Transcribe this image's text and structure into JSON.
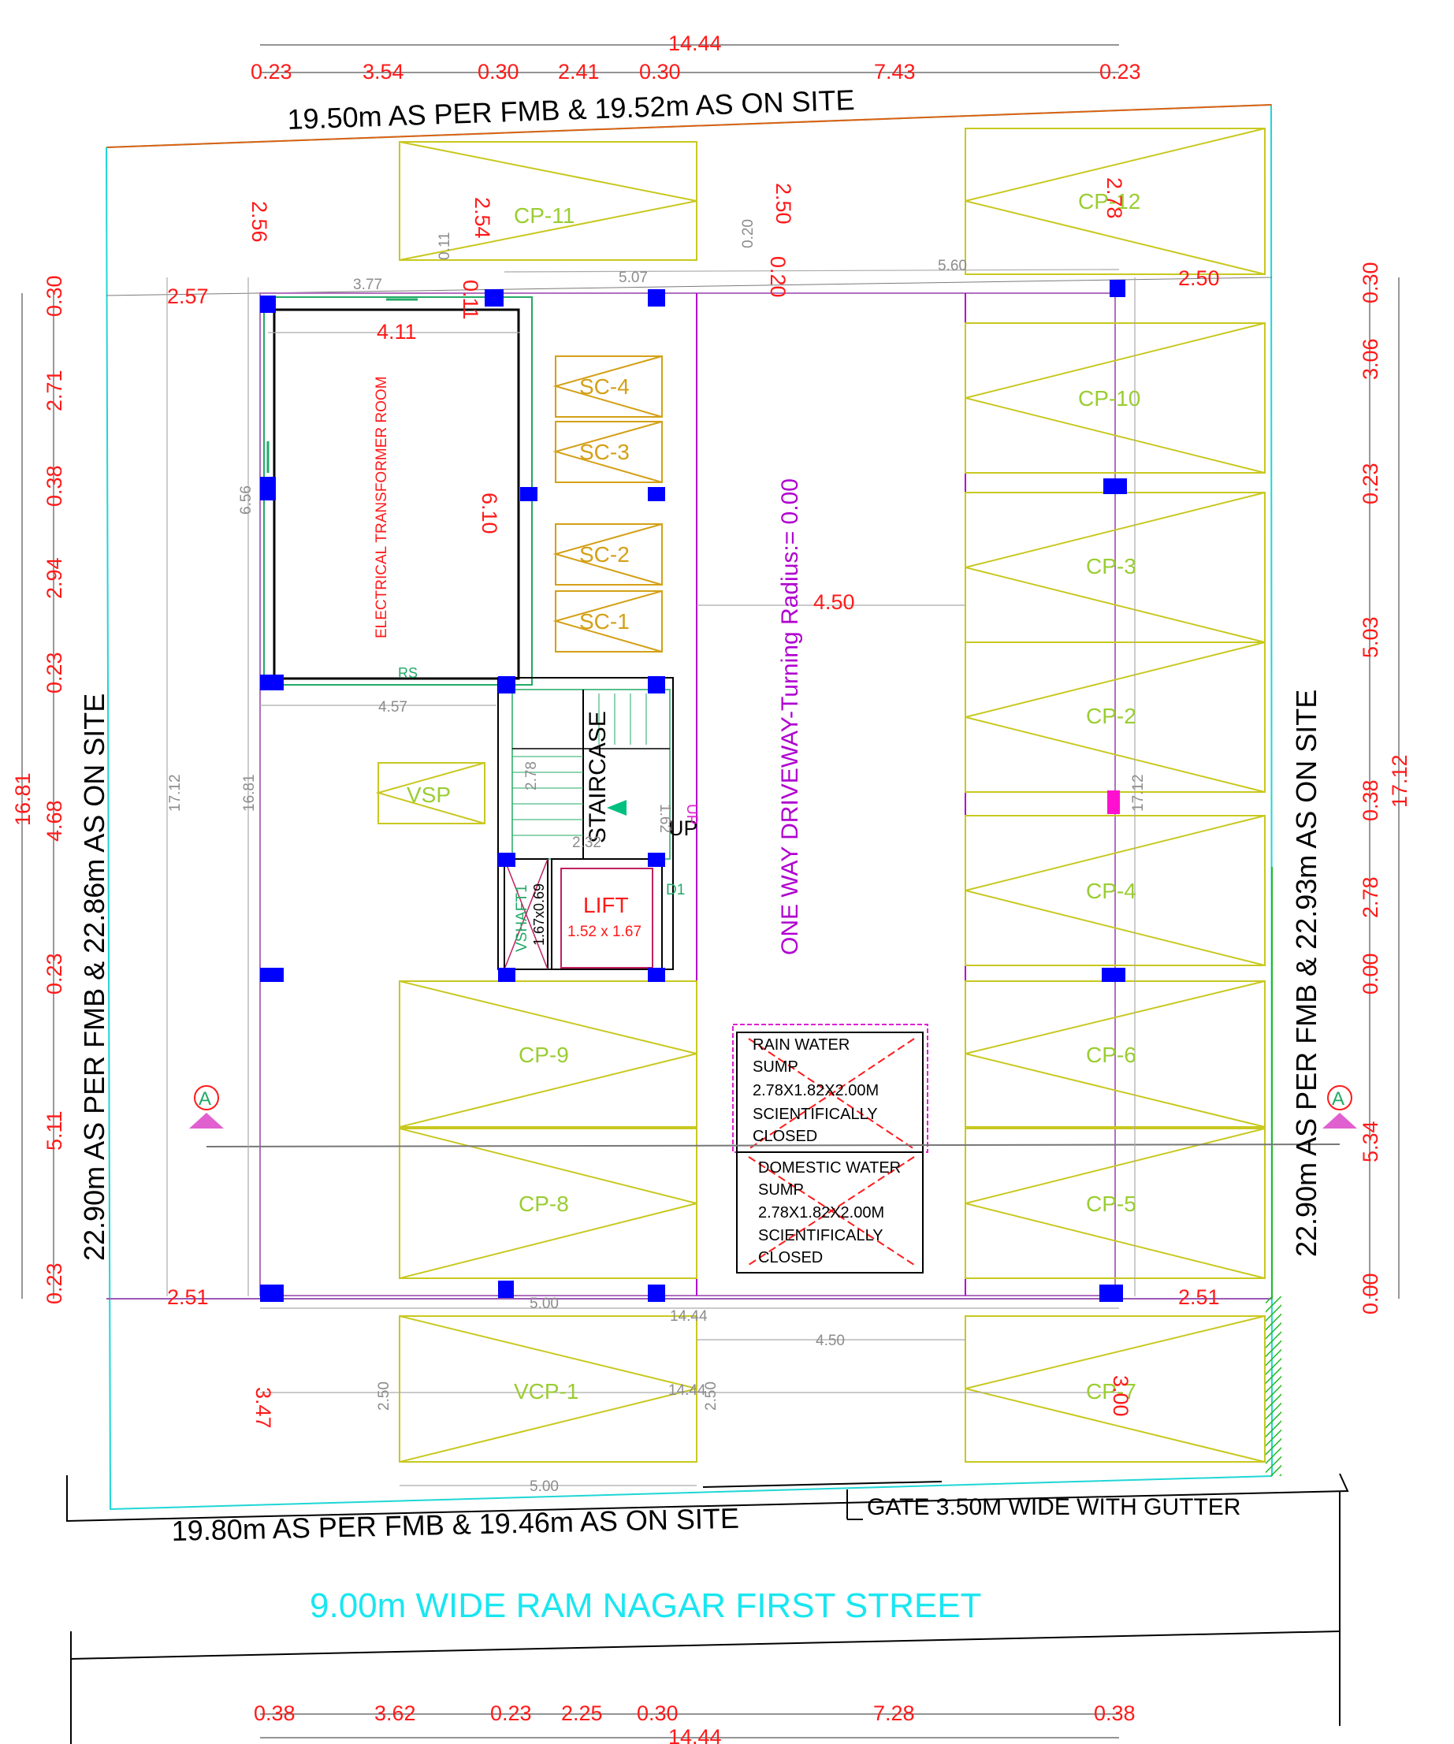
{
  "boundaries": {
    "north": "19.50m AS PER FMB & 19.52m AS ON SITE",
    "south": "19.80m AS PER FMB & 19.46m AS ON SITE",
    "west": "22.90m AS PER FMB & 22.86m AS ON SITE",
    "east": "22.90m AS PER FMB & 22.93m AS ON SITE"
  },
  "street": "9.00m WIDE RAM NAGAR FIRST STREET",
  "gate": "GATE 3.50M WIDE WITH GUTTER",
  "driveway": "ONE WAY DRIVEWAY-Turning Radius:= 0.00",
  "rooms": {
    "transformer": "ELECTRICAL TRANSFORMER ROOM",
    "staircase": "STAIRCASE",
    "up": "UP",
    "lift": "LIFT",
    "lift_size": "1.52 x 1.67",
    "vshaft": "VSHAFT1",
    "vshaft_size": "1.67x0.69",
    "vsp": "VSP",
    "rs": "RS",
    "d1": "D1"
  },
  "sumps": {
    "rain": [
      "RAIN WATER",
      "SUMP",
      "2.78X1.82X2.00M",
      "SCIENTIFICALLY",
      "CLOSED"
    ],
    "domestic": [
      "DOMESTIC WATER",
      "SUMP",
      "2.78X1.82X2.00M",
      "SCIENTIFICALLY",
      "CLOSED"
    ]
  },
  "parking": {
    "cp11": "CP-11",
    "cp12": "CP-12",
    "cp10": "CP-10",
    "cp3": "CP-3",
    "cp2": "CP-2",
    "cp4": "CP-4",
    "cp6": "CP-6",
    "cp5": "CP-5",
    "cp9": "CP-9",
    "cp8": "CP-8",
    "cp7": "CP-7",
    "vcp1": "VCP-1"
  },
  "scooters": {
    "sc4": "SC-4",
    "sc3": "SC-3",
    "sc2": "SC-2",
    "sc1": "SC-1"
  },
  "section_marker": "A",
  "dims": {
    "top_total": "14.44",
    "top": [
      "0.23",
      "3.54",
      "0.30",
      "2.41",
      "0.30",
      "7.43",
      "0.23"
    ],
    "bottom_total": "14.44",
    "bottom": [
      "0.38",
      "3.62",
      "0.23",
      "2.25",
      "0.30",
      "7.28",
      "0.38"
    ],
    "left_total": "16.81",
    "left": [
      "0.30",
      "2.71",
      "0.38",
      "2.94",
      "0.23",
      "4.68",
      "0.23",
      "5.11",
      "0.23"
    ],
    "right_total": "17.12",
    "right": [
      "0.30",
      "3.06",
      "0.23",
      "5.03",
      "0.38",
      "2.78",
      "0.00",
      "5.34",
      "0.00"
    ],
    "red_inner": {
      "d256": "2.56",
      "d254": "2.54",
      "d250a": "2.50",
      "d278": "2.78",
      "d257": "2.57",
      "d250b": "2.50",
      "d411": "4.11",
      "d610": "6.10",
      "d450": "4.50",
      "d251a": "2.51",
      "d251b": "2.51",
      "d347": "3.47",
      "d300": "3.00",
      "d011": "0.11",
      "d020": "0.20"
    },
    "gray_inner": {
      "g377": "3.77",
      "g507": "5.07",
      "g560": "5.60",
      "g011": "0.11",
      "g020": "0.20",
      "g656": "6.56",
      "g457": "4.57",
      "g1712a": "17.12",
      "g1681": "16.81",
      "g278": "2.78",
      "g232": "2.32",
      "g1712b": "17.12",
      "g500a": "5.00",
      "g1444a": "14.44",
      "g450": "4.50",
      "g250a": "2.50",
      "g1444b": "14.44",
      "g250b": "2.50",
      "g500b": "5.00",
      "g162": "1.62",
      "gup": "UP"
    }
  },
  "colors": {
    "plot_boundary": "#1fd6d6",
    "parking": "#c8c820",
    "column": "#0000ff",
    "driveway": "#b000d0",
    "dimension_red": "#ff1a1a",
    "street_text": "#19e6f0"
  }
}
